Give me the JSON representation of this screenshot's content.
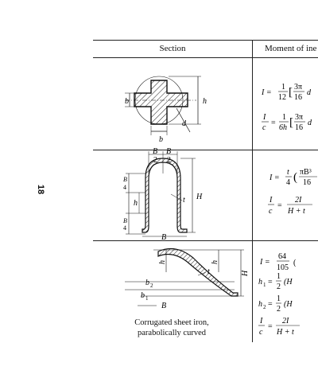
{
  "page": {
    "number": "18"
  },
  "table": {
    "headers": {
      "section": "Section",
      "moment": "Moment of ine"
    },
    "rows": [
      {
        "labels": {
          "b_top": "b",
          "b_bottom": "b",
          "h": "h",
          "d": "d"
        },
        "formulas": {
          "f1_lhs": "I =",
          "f1_num": "1",
          "f1_den": "12",
          "f1_inner_num": "3π",
          "f1_inner_den": "16",
          "f1_tail": "d",
          "f2_lhs_num": "I",
          "f2_lhs_den": "c",
          "f2_eq": "=",
          "f2_num": "1",
          "f2_den": "6h",
          "f2_inner_num": "3π",
          "f2_inner_den": "16",
          "f2_tail": "d"
        }
      },
      {
        "labels": {
          "B": "B",
          "two": "2",
          "four": "4",
          "h": "h",
          "H": "H",
          "t": "t"
        },
        "formulas": {
          "f1_lhs": "I =",
          "f1_num": "t",
          "f1_den": "4",
          "f1_inner_num": "πB³",
          "f1_inner_den": "16",
          "f2_lhs_num": "I",
          "f2_lhs_den": "c",
          "f2_eq": "=",
          "f2_num": "2I",
          "f2_den": "H + t"
        }
      },
      {
        "labels": {
          "h1": "h",
          "h2": "h",
          "sub1": "1",
          "sub2": "2",
          "b1": "b",
          "b2": "b",
          "t": "t",
          "B": "B",
          "H": "H"
        },
        "caption_line1": "Corrugated sheet iron,",
        "caption_line2": "parabolically curved",
        "formulas": {
          "f1_lhs": "I =",
          "f1_num": "64",
          "f1_den": "105",
          "f1_tail": "(",
          "f2_lhs": "h",
          "f2_sub": "1",
          "f2_eq": "=",
          "f2_num": "1",
          "f2_den": "2",
          "f2_tail": "(H",
          "f3_lhs": "h",
          "f3_sub": "2",
          "f3_eq": "=",
          "f3_num": "1",
          "f3_den": "2",
          "f3_tail": "(H",
          "f4_lhs_num": "I",
          "f4_lhs_den": "c",
          "f4_eq": "=",
          "f4_num": "2I",
          "f4_den": "H + t"
        }
      }
    ]
  }
}
